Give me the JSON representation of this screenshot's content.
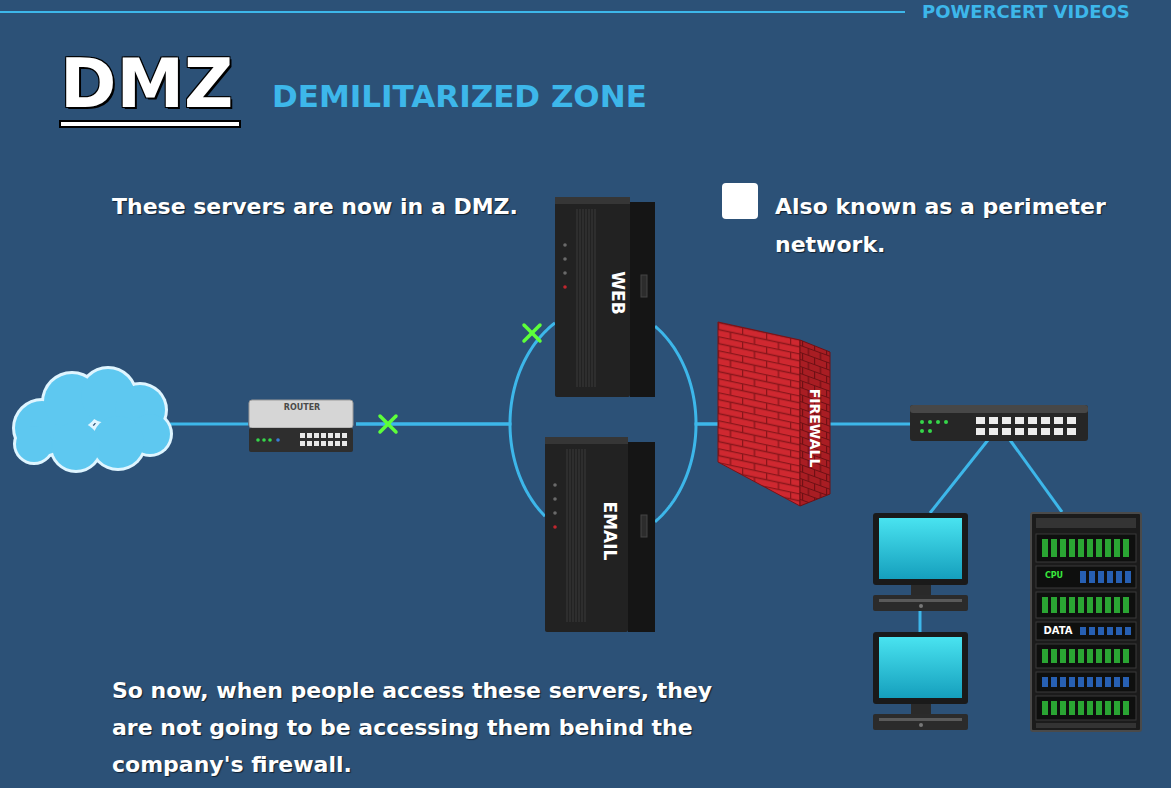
{
  "diagram": {
    "title": "DMZ",
    "nodes": [
      {
        "text": [
          "ROUTER"
        ]
      },
      {
        "text": [
          "WEB"
        ]
      },
      {
        "text": [
          "EMAIL"
        ]
      },
      {
        "text": [
          "FIREWALL"
        ]
      },
      {
        "text": [
          "CPU",
          "DATA"
        ]
      }
    ],
    "edges": [
      {
        "from": 0,
        "to": 1,
        "arrow": "none"
      },
      {
        "from": 0,
        "to": 2,
        "arrow": "none"
      },
      {
        "from": 1,
        "to": 3,
        "arrow": "none"
      },
      {
        "from": 2,
        "to": 3,
        "arrow": "none"
      }
    ],
    "labels": [
      "POWERCERT VIDEOS",
      "DEMILITARIZED ZONE",
      "These servers are now in a DMZ.",
      "Also known as a perimeter network.",
      "So now, when people access these servers, they are not going to be accessing them behind the company's firewall."
    ]
  }
}
